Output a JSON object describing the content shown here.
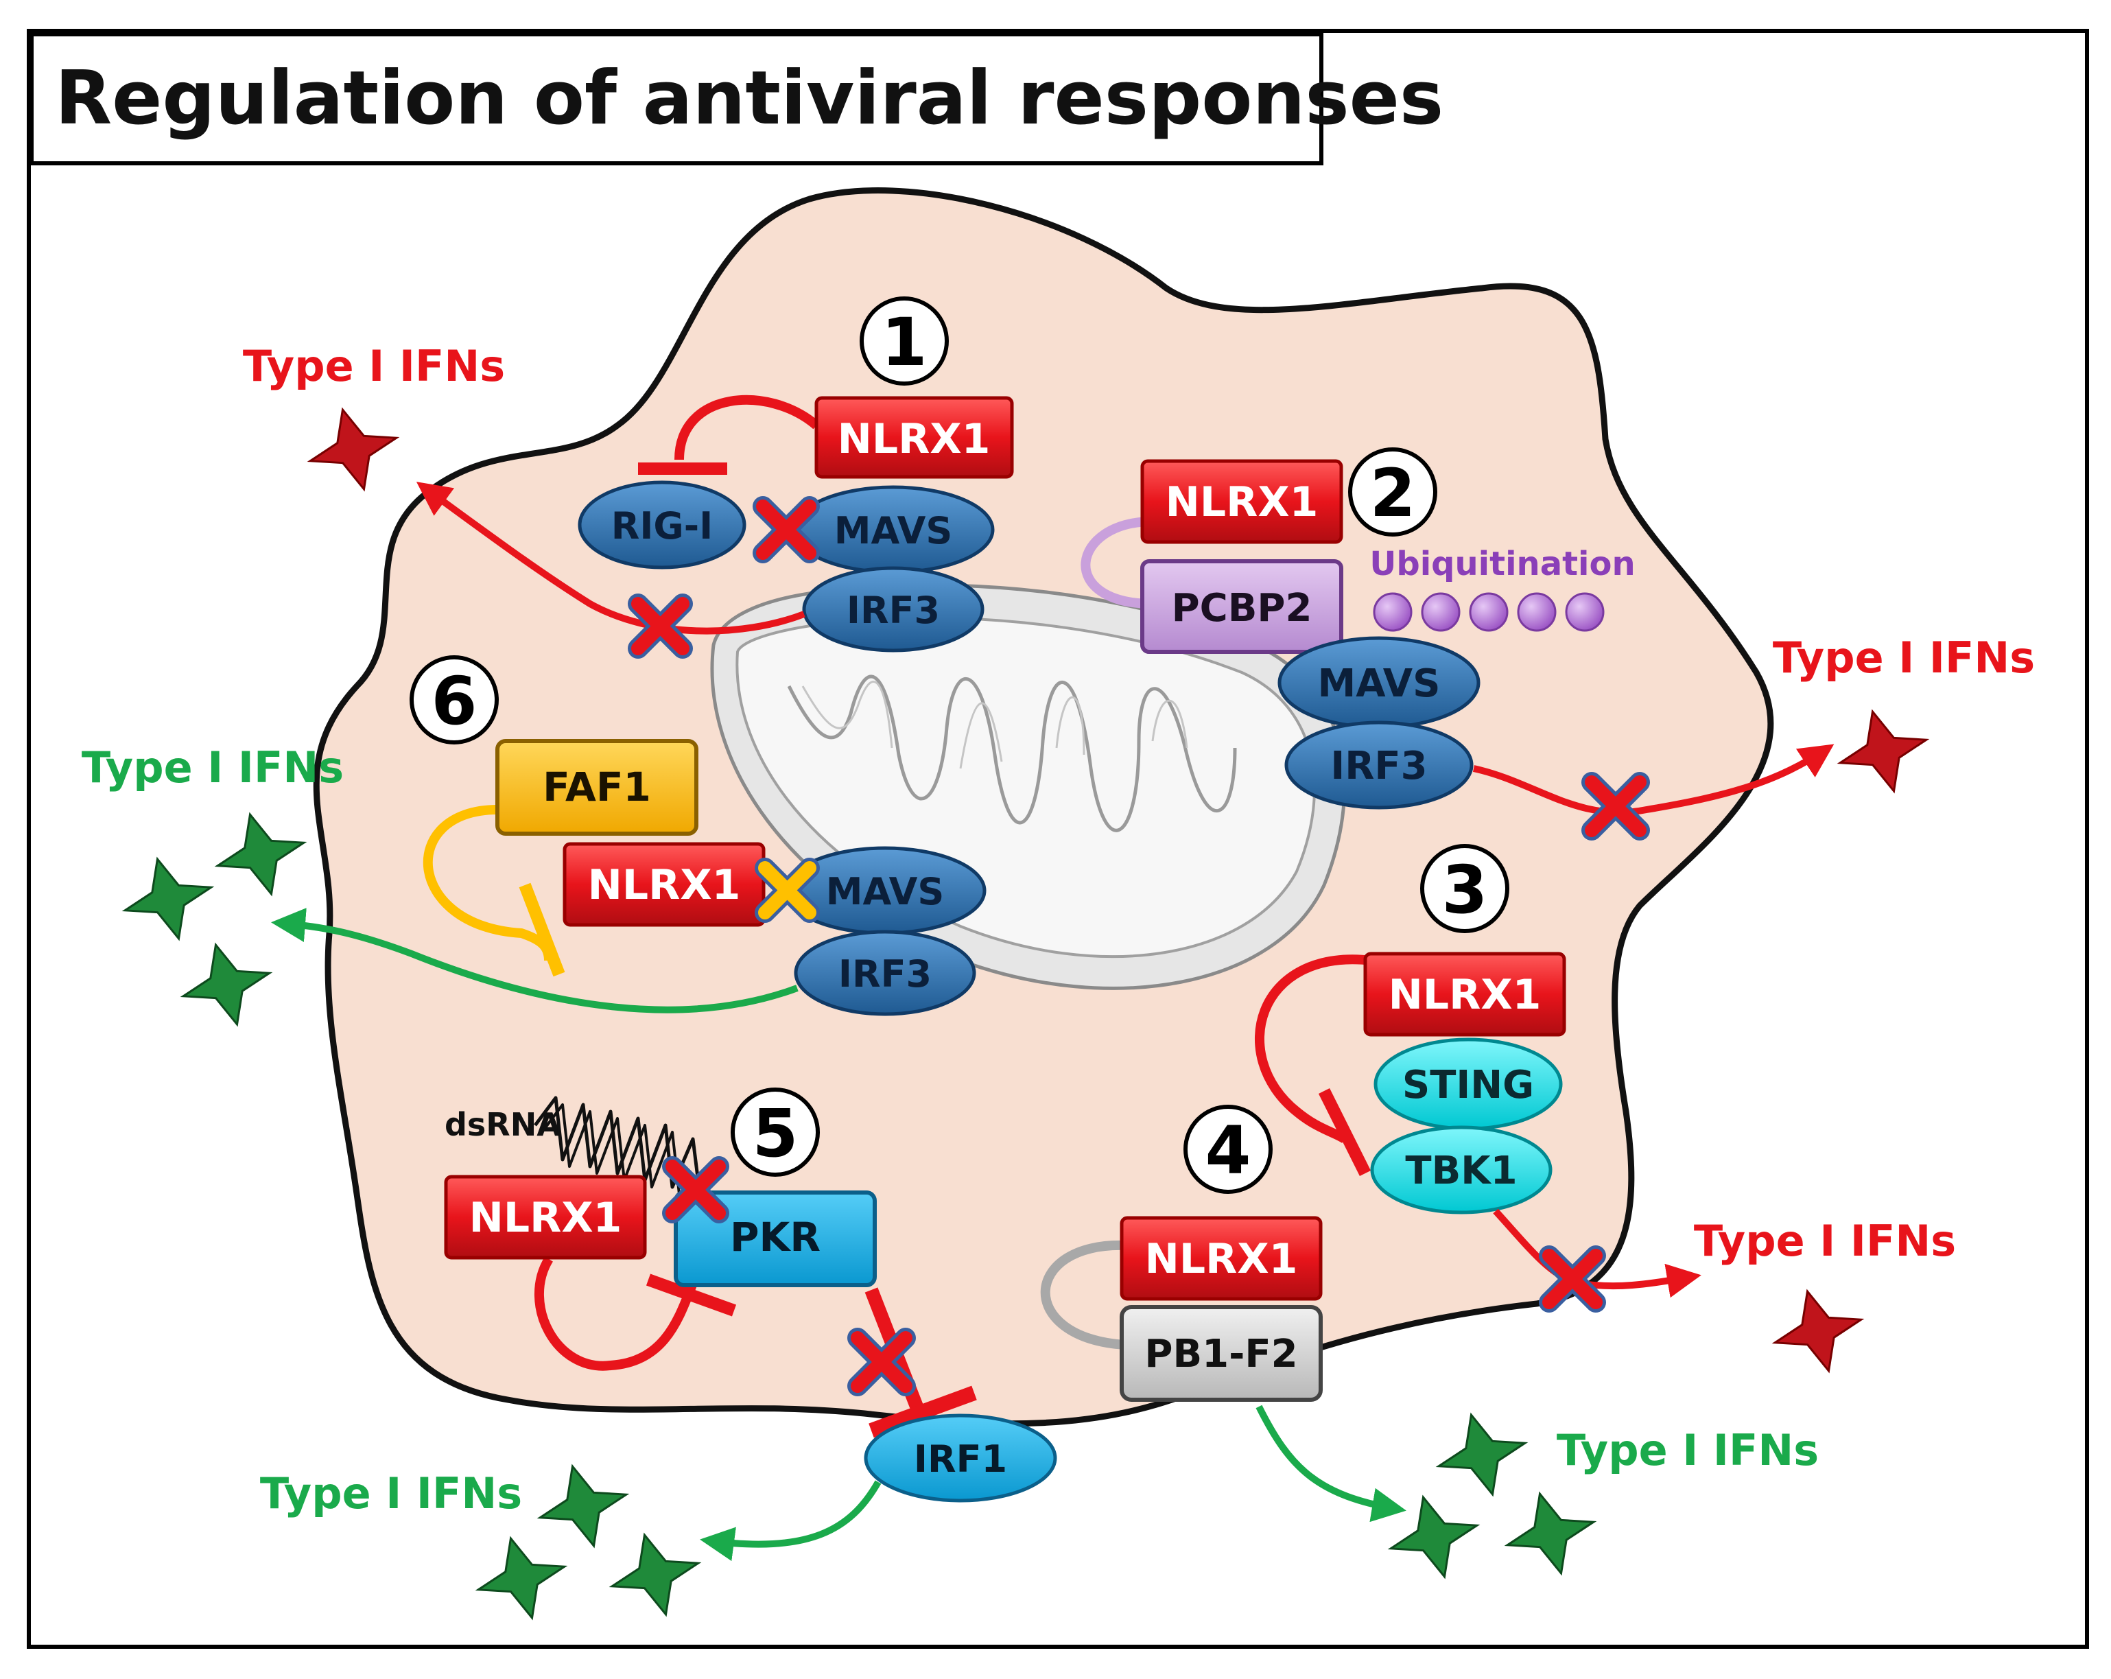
{
  "title": "Regulation of antiviral responses",
  "colors": {
    "cell_fill": "#f8dfd1",
    "nlrx1": "#e8141b",
    "mavs": "#2e74b5",
    "pcbp2": "#c9a0dc",
    "faf1": "#ffc000",
    "sting": "#00e5ee",
    "pkr": "#14b4f0",
    "pb1f2": "#d6d6d6",
    "ubiquitin": "#b673d6",
    "inhibited_path": "#e8141b",
    "active_path": "#1aaa4b",
    "star_red": "#c0141b",
    "star_green": "#1f8a3a"
  },
  "mechanisms": [
    {
      "number": "1",
      "nlrx1": "NLRX1",
      "rigi": "RIG-I",
      "mavs": "MAVS",
      "irf3": "IRF3",
      "output": "Type I IFNs"
    },
    {
      "number": "2",
      "nlrx1": "NLRX1",
      "pcbp2": "PCBP2",
      "ubiquitination": "Ubiquitination",
      "mavs": "MAVS",
      "irf3": "IRF3",
      "output": "Type I IFNs"
    },
    {
      "number": "3",
      "nlrx1": "NLRX1",
      "sting": "STING",
      "tbk1": "TBK1",
      "output": "Type I IFNs"
    },
    {
      "number": "4",
      "nlrx1": "NLRX1",
      "pb1f2": "PB1-F2",
      "output": "Type I IFNs"
    },
    {
      "number": "5",
      "dsrna": "dsRNA",
      "nlrx1": "NLRX1",
      "pkr": "PKR",
      "irf1": "IRF1",
      "output": "Type I IFNs"
    },
    {
      "number": "6",
      "faf1": "FAF1",
      "nlrx1": "NLRX1",
      "mavs": "MAVS",
      "irf3": "IRF3",
      "output": "Type I IFNs"
    }
  ]
}
